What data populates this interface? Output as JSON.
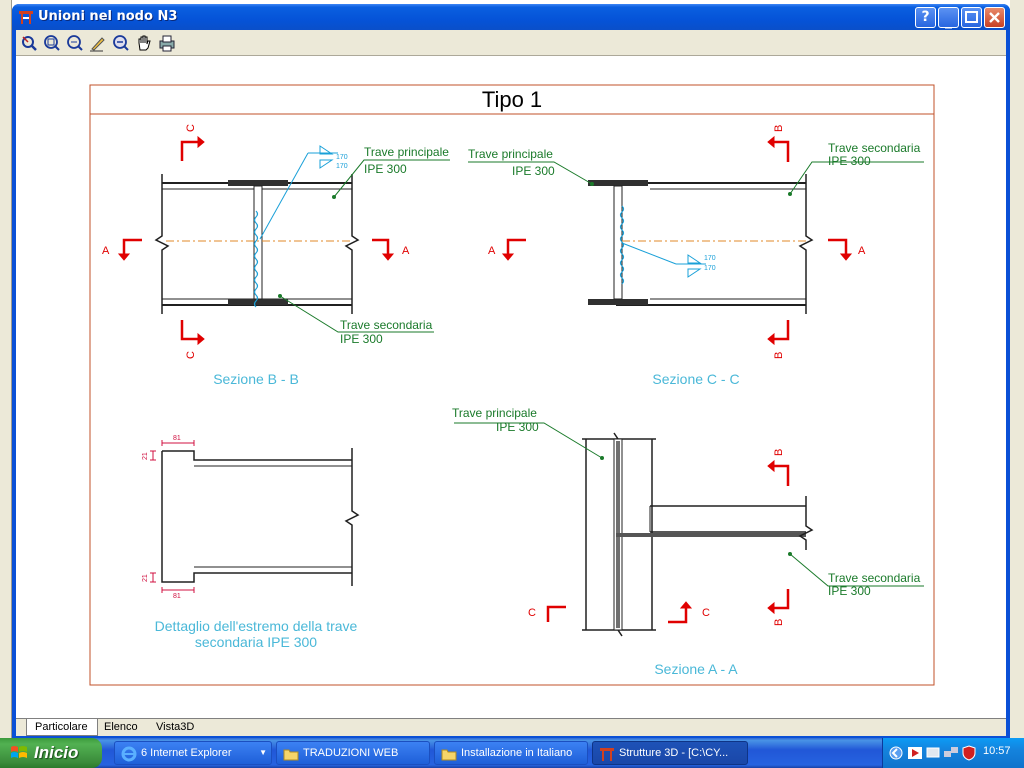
{
  "window": {
    "title": "Unioni nel nodo N3"
  },
  "toolbar": {
    "tools": [
      "select-tool",
      "zoom-window",
      "zoom-fit",
      "pen-tool",
      "zoom-out",
      "pan-hand",
      "print"
    ]
  },
  "drawing": {
    "frame_title": "Tipo 1",
    "sections": {
      "bb": "Sezione B - B",
      "cc": "Sezione C - C",
      "aa": "Sezione A - A"
    },
    "detail_caption_line1": "Dettaglio dell'estremo della trave",
    "detail_caption_line2": "secondaria IPE 300",
    "labels": {
      "principale": "Trave principale",
      "secondaria": "Trave secondaria",
      "profile": "IPE 300"
    },
    "markers": {
      "A": "A",
      "B": "B",
      "C": "C"
    },
    "weld_top": "170",
    "weld_bottom": "170",
    "dims": {
      "cope_len": "81",
      "cope_h": "21"
    }
  },
  "tabs": [
    {
      "label": "Particolare",
      "active": true
    },
    {
      "label": "Elenco",
      "active": false
    },
    {
      "label": "Vista3D",
      "active": false
    }
  ],
  "taskbar": {
    "start_label": "Inicio",
    "items": [
      {
        "label": "6 Internet Explorer",
        "active": false
      },
      {
        "label": "TRADUZIONI WEB",
        "active": false
      },
      {
        "label": "Installazione in Italiano",
        "active": false
      },
      {
        "label": "Strutture 3D - [C:\\CY...",
        "active": true
      }
    ],
    "clock": "10:57"
  },
  "colors": {
    "frame": "#c0502a",
    "steel": "#202020",
    "leader": "#1a7a2a",
    "weld": "#1aa0d8",
    "section_text": "#4ab8d8",
    "marker": "#e00000",
    "dim": "#d01040",
    "axis": "#e08a2a"
  }
}
